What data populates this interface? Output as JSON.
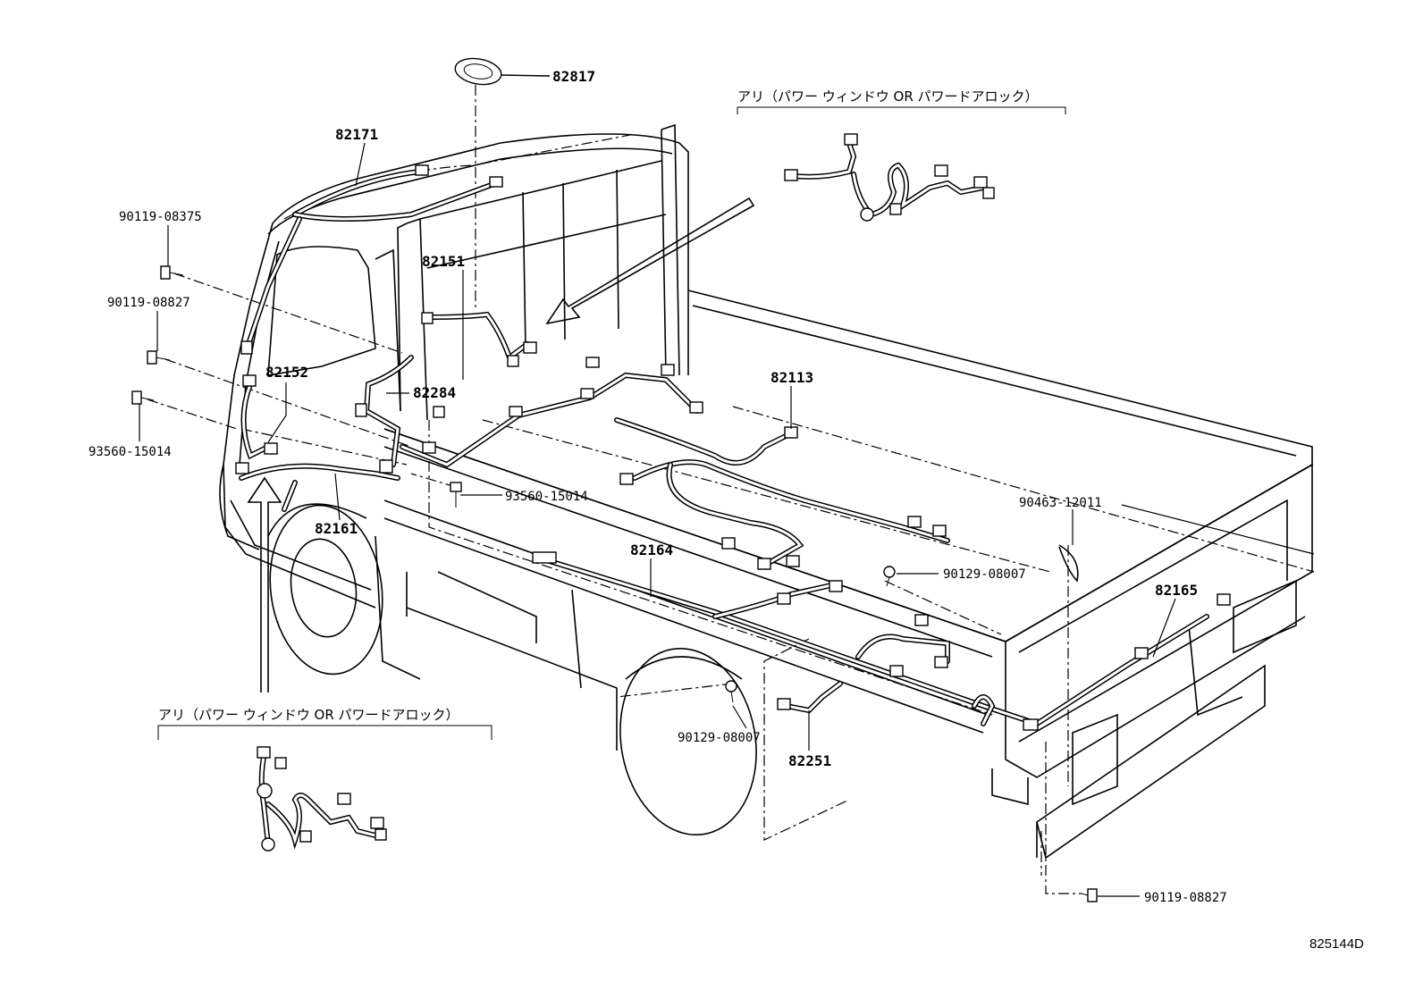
{
  "diagram_id": "825144D",
  "option_note": "アリ（パワー ウィンドウ OR パワードアロック）",
  "parts": [
    {
      "key": "p82817",
      "number": "82817"
    },
    {
      "key": "p82171",
      "number": "82171"
    },
    {
      "key": "p82151",
      "number": "82151"
    },
    {
      "key": "p82152",
      "number": "82152"
    },
    {
      "key": "p82284",
      "number": "82284"
    },
    {
      "key": "p82113",
      "number": "82113"
    },
    {
      "key": "p82161",
      "number": "82161"
    },
    {
      "key": "p82164",
      "number": "82164"
    },
    {
      "key": "p82165",
      "number": "82165"
    },
    {
      "key": "p82251",
      "number": "82251"
    },
    {
      "key": "p90119a",
      "number": "90119-08375"
    },
    {
      "key": "p90119b",
      "number": "90119-08827"
    },
    {
      "key": "p93560a",
      "number": "93560-15014"
    },
    {
      "key": "p93560b",
      "number": "93560-15014"
    },
    {
      "key": "p90463",
      "number": "90463-12011"
    },
    {
      "key": "p90129a",
      "number": "90129-08007"
    },
    {
      "key": "p90129b",
      "number": "90129-08007"
    },
    {
      "key": "p90119c",
      "number": "90119-08827"
    }
  ]
}
